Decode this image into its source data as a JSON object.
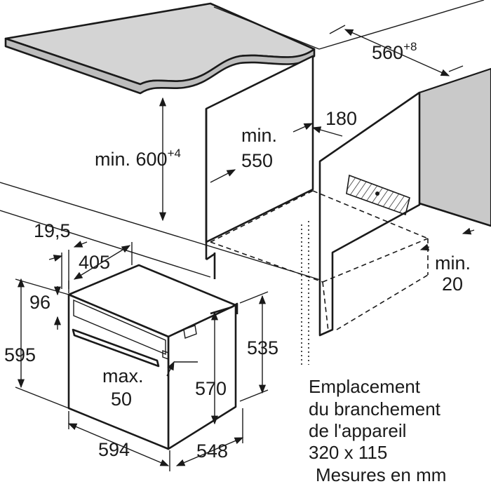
{
  "dimensions": {
    "worktop_height": "min. 600",
    "worktop_height_sup": "+4",
    "niche_depth_min": "min.",
    "niche_depth_val": "550",
    "niche_width": "560",
    "niche_width_sup": "+8",
    "vent_depth": "180",
    "plinth_min": "min.",
    "plinth_val": "20",
    "door_offset": "19,5",
    "door_depth": "405",
    "top_offset": "96",
    "oven_height": "595",
    "handle_max": "max.",
    "handle_max_val": "50",
    "inner_height": "570",
    "side_height": "535",
    "oven_width": "594",
    "oven_depth": "548"
  },
  "notes": {
    "line1": "Emplacement",
    "line2": "du branchement",
    "line3": "de l'appareil",
    "line4": "320 x 115",
    "units": "Mesures en mm"
  },
  "colors": {
    "worktop": "#d4d4d4",
    "ink": "#1a1a1a",
    "wall": "#c9c9c9"
  }
}
